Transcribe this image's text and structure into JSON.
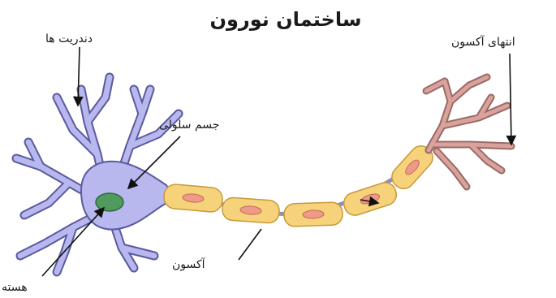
{
  "diagram": {
    "title": "ساختمان نورون",
    "labels": {
      "dendrites": "دندریت ها",
      "axon_terminal": "انتهای آکسون",
      "cell_body": "جسم سلولی",
      "axon": "آکسون",
      "nucleus": "هسته"
    },
    "colors": {
      "cell_body": "#b8b7ee",
      "cell_outline": "#5a5aa0",
      "nucleus": "#4f9a5c",
      "myelin": "#f6d27a",
      "myelin_outline": "#c79a3a",
      "sheath_core": "#ef9a86",
      "axon_line": "#8f8fb8",
      "terminal": "#d9a39c",
      "terminal_outline": "#9a6a66",
      "leader_line": "#111111"
    }
  }
}
